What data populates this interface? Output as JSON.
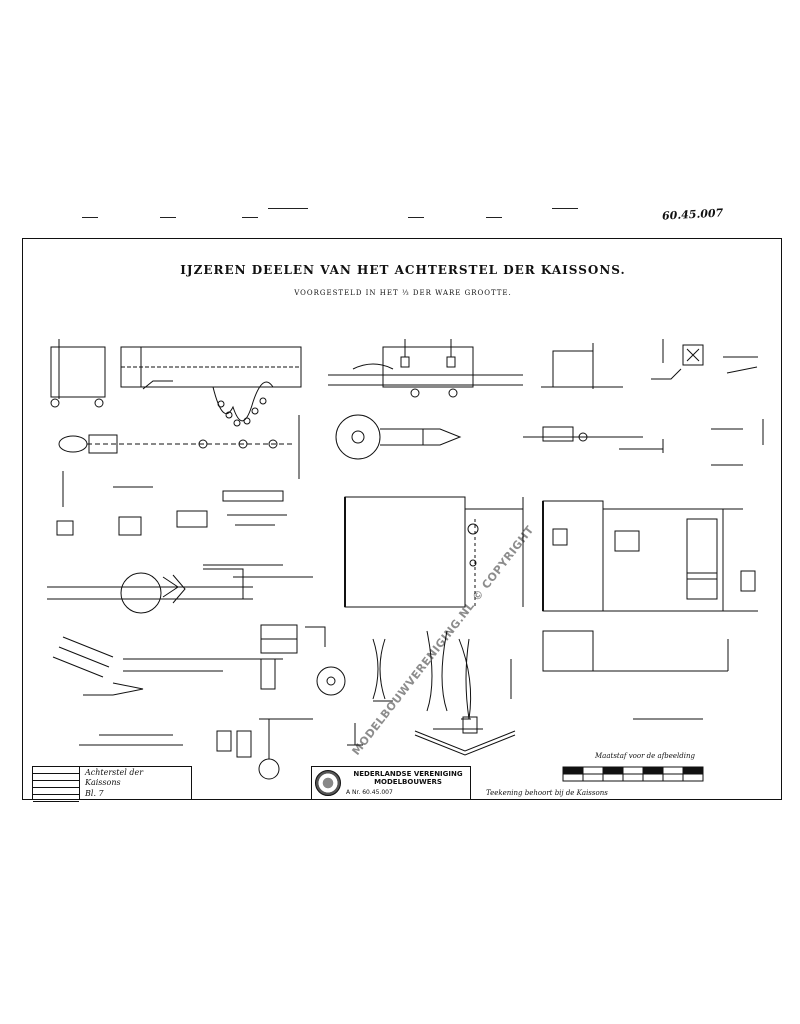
{
  "reference_number": "60.45.007",
  "sheet": {
    "title": "IJZEREN DEELEN VAN HET ACHTERSTEL DER KAISSONS.",
    "subtitle": "VOORGESTELD IN HET ⅓ DER WARE GROOTTE."
  },
  "watermark": "MODELBOUWVERENIGING.NL © COPYRIGHT",
  "title_block_left": {
    "hand_line_1": "Achterstel der",
    "hand_line_2": "Kaissons",
    "hand_line_3": "Bl. 7"
  },
  "title_block_middle": {
    "org_line_1": "NEDERLANDSE VERENIGING",
    "org_line_2": "MODELBOUWERS",
    "number": "A  Nr. 60.45.007"
  },
  "scale_bar_label": "Maatstaf voor de afbeelding",
  "bottom_note": "Teekening behoort bij de Kaissons"
}
